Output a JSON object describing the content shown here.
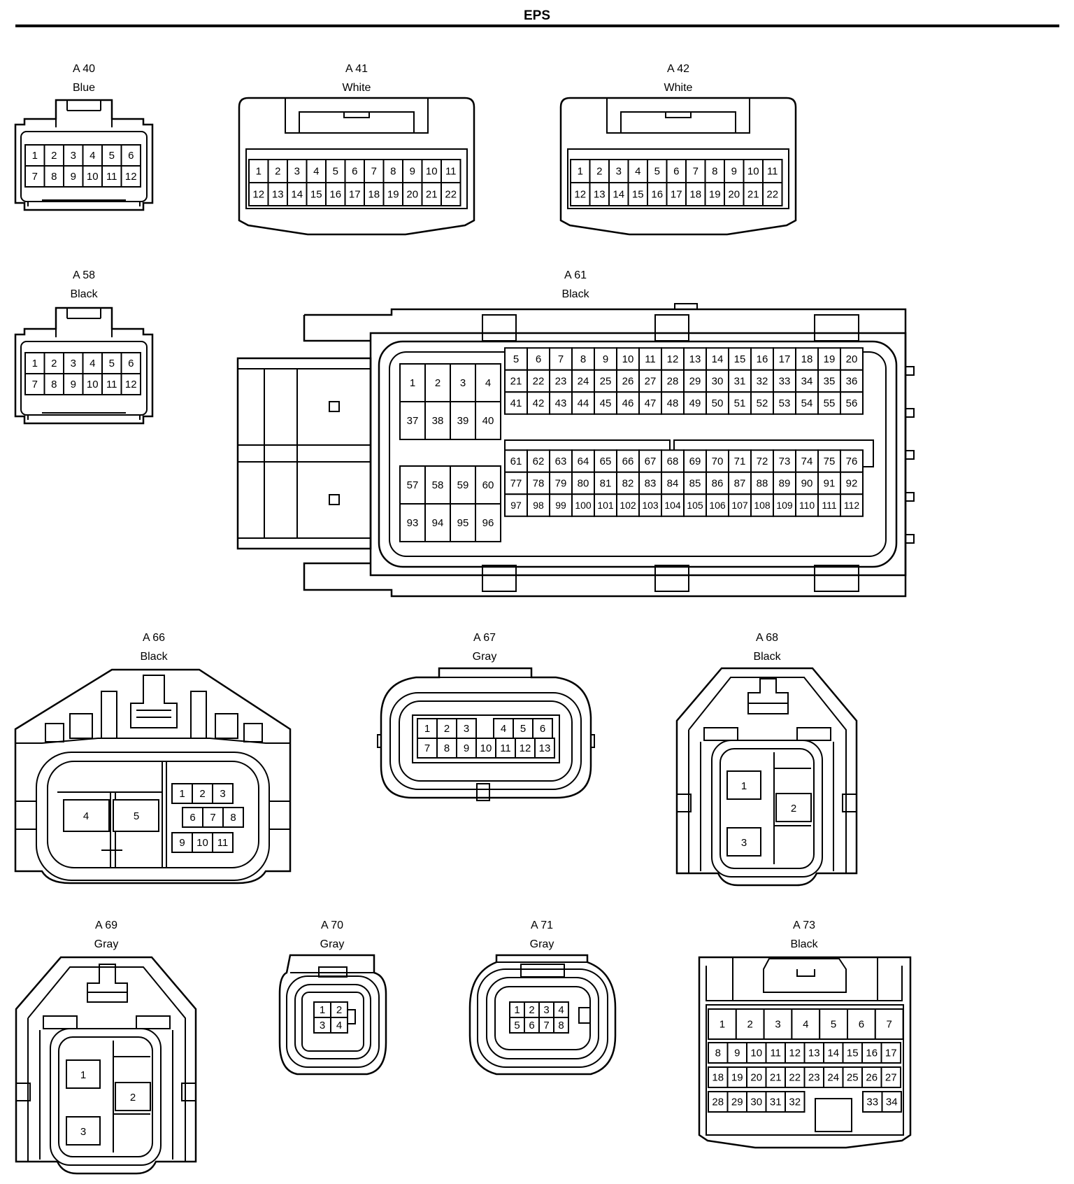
{
  "title": "EPS",
  "connectors": {
    "a40": {
      "id": "A 40",
      "color": "Blue",
      "pins": [
        "1",
        "2",
        "3",
        "4",
        "5",
        "6",
        "7",
        "8",
        "9",
        "10",
        "11",
        "12"
      ]
    },
    "a41": {
      "id": "A 41",
      "color": "White",
      "pins": [
        "1",
        "2",
        "3",
        "4",
        "5",
        "6",
        "7",
        "8",
        "9",
        "10",
        "11",
        "12",
        "13",
        "14",
        "15",
        "16",
        "17",
        "18",
        "19",
        "20",
        "21",
        "22"
      ]
    },
    "a42": {
      "id": "A 42",
      "color": "White",
      "pins": [
        "1",
        "2",
        "3",
        "4",
        "5",
        "6",
        "7",
        "8",
        "9",
        "10",
        "11",
        "12",
        "13",
        "14",
        "15",
        "16",
        "17",
        "18",
        "19",
        "20",
        "21",
        "22"
      ]
    },
    "a58": {
      "id": "A 58",
      "color": "Black",
      "pins": [
        "1",
        "2",
        "3",
        "4",
        "5",
        "6",
        "7",
        "8",
        "9",
        "10",
        "11",
        "12"
      ]
    },
    "a61": {
      "id": "A 61",
      "color": "Black",
      "pins": [
        "1",
        "2",
        "3",
        "4",
        "5",
        "6",
        "7",
        "8",
        "9",
        "10",
        "11",
        "12",
        "13",
        "14",
        "15",
        "16",
        "17",
        "18",
        "19",
        "20",
        "21",
        "22",
        "23",
        "24",
        "25",
        "26",
        "27",
        "28",
        "29",
        "30",
        "31",
        "32",
        "33",
        "34",
        "35",
        "36",
        "37",
        "38",
        "39",
        "40",
        "41",
        "42",
        "43",
        "44",
        "45",
        "46",
        "47",
        "48",
        "49",
        "50",
        "51",
        "52",
        "53",
        "54",
        "55",
        "56",
        "57",
        "58",
        "59",
        "60",
        "61",
        "62",
        "63",
        "64",
        "65",
        "66",
        "67",
        "68",
        "69",
        "70",
        "71",
        "72",
        "73",
        "74",
        "75",
        "76",
        "77",
        "78",
        "79",
        "80",
        "81",
        "82",
        "83",
        "84",
        "85",
        "86",
        "87",
        "88",
        "89",
        "90",
        "91",
        "92",
        "93",
        "94",
        "95",
        "96",
        "97",
        "98",
        "99",
        "100",
        "101",
        "102",
        "103",
        "104",
        "105",
        "106",
        "107",
        "108",
        "109",
        "110",
        "111",
        "112"
      ]
    },
    "a66": {
      "id": "A 66",
      "color": "Black",
      "pins": [
        "1",
        "2",
        "3",
        "4",
        "5",
        "6",
        "7",
        "8",
        "9",
        "10",
        "11"
      ]
    },
    "a67": {
      "id": "A 67",
      "color": "Gray",
      "pins": [
        "1",
        "2",
        "3",
        "4",
        "5",
        "6",
        "7",
        "8",
        "9",
        "10",
        "11",
        "12",
        "13"
      ]
    },
    "a68": {
      "id": "A 68",
      "color": "Black",
      "pins": [
        "1",
        "2",
        "3"
      ]
    },
    "a69": {
      "id": "A 69",
      "color": "Gray",
      "pins": [
        "1",
        "2",
        "3"
      ]
    },
    "a70": {
      "id": "A 70",
      "color": "Gray",
      "pins": [
        "1",
        "2",
        "3",
        "4"
      ]
    },
    "a71": {
      "id": "A 71",
      "color": "Gray",
      "pins": [
        "1",
        "2",
        "3",
        "4",
        "5",
        "6",
        "7",
        "8"
      ]
    },
    "a73": {
      "id": "A 73",
      "color": "Black",
      "pins": [
        "1",
        "2",
        "3",
        "4",
        "5",
        "6",
        "7",
        "8",
        "9",
        "10",
        "11",
        "12",
        "13",
        "14",
        "15",
        "16",
        "17",
        "18",
        "19",
        "20",
        "21",
        "22",
        "23",
        "24",
        "25",
        "26",
        "27",
        "28",
        "29",
        "30",
        "31",
        "32",
        "33",
        "34"
      ]
    }
  }
}
